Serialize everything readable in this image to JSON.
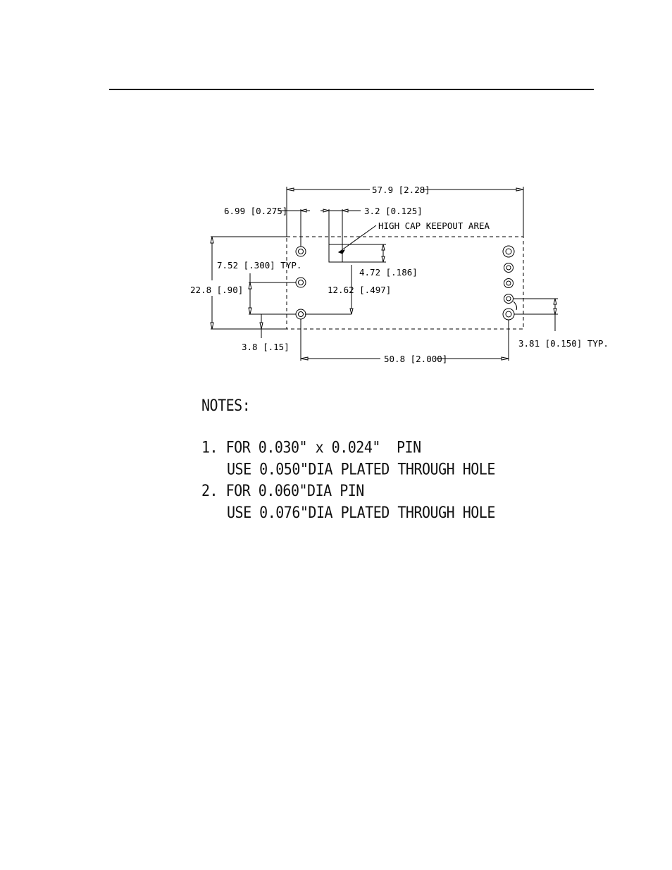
{
  "drawing": {
    "dimensions": {
      "overall_length": "57.9 [2.28]",
      "pin1_offset": "6.99 [0.275]",
      "keepout_width": "3.2 [0.125]",
      "keepout_label": "HIGH CAP KEEPOUT AREA",
      "pin_pitch_left": "7.52 [.300] TYP.",
      "overall_height": "22.8 [.90]",
      "keepout_height": "4.72 [.186]",
      "keepout_offset": "12.62 [.497]",
      "bottom_offset": "3.8 [.15]",
      "pin_span": "50.8 [2.000]",
      "pin_pitch_right": "3.81 [0.150] TYP."
    }
  },
  "notes": {
    "title": "NOTES:",
    "items": [
      {
        "line1": "1. FOR 0.030\" x 0.024\"  PIN",
        "line2": "USE 0.050\"DIA PLATED THROUGH HOLE"
      },
      {
        "line1": "2. FOR 0.060\"DIA PIN",
        "line2": "USE 0.076\"DIA PLATED THROUGH HOLE"
      }
    ]
  }
}
